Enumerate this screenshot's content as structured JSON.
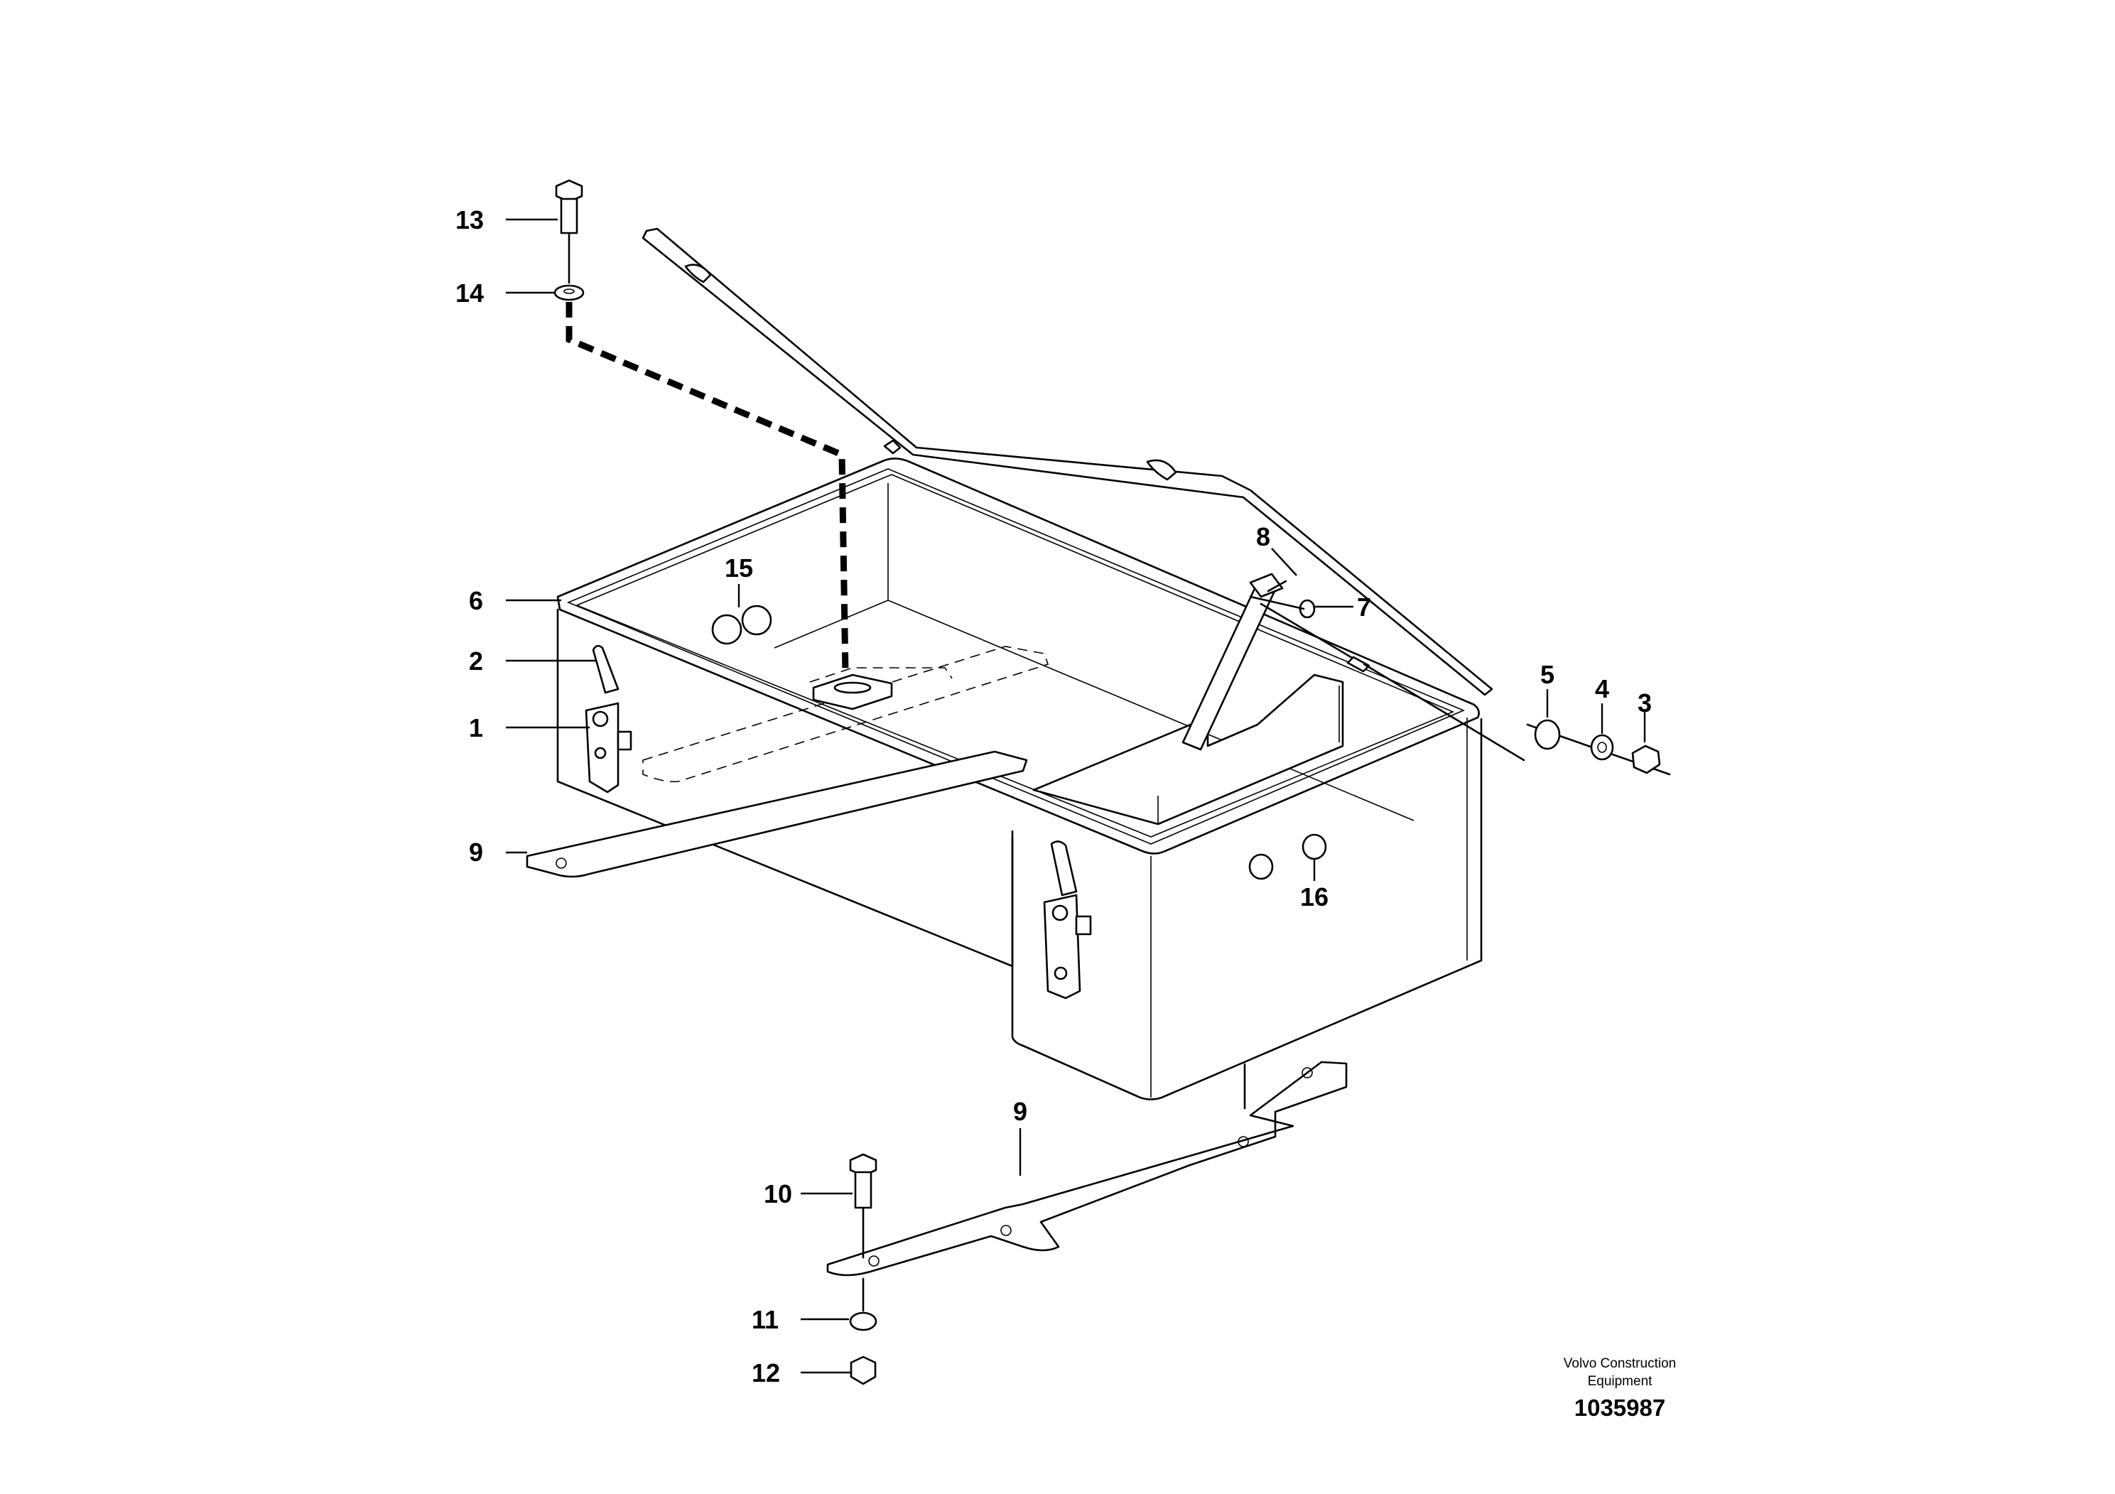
{
  "diagram": {
    "callouts": {
      "c1": "1",
      "c2": "2",
      "c3": "3",
      "c4": "4",
      "c5": "5",
      "c6": "6",
      "c7": "7",
      "c8": "8",
      "c9a": "9",
      "c9b": "9",
      "c10": "10",
      "c11": "11",
      "c12": "12",
      "c13": "13",
      "c14": "14",
      "c15": "15",
      "c16": "16"
    },
    "credit_line1": "Volvo Construction",
    "credit_line2": "Equipment",
    "document_number": "1035987"
  }
}
